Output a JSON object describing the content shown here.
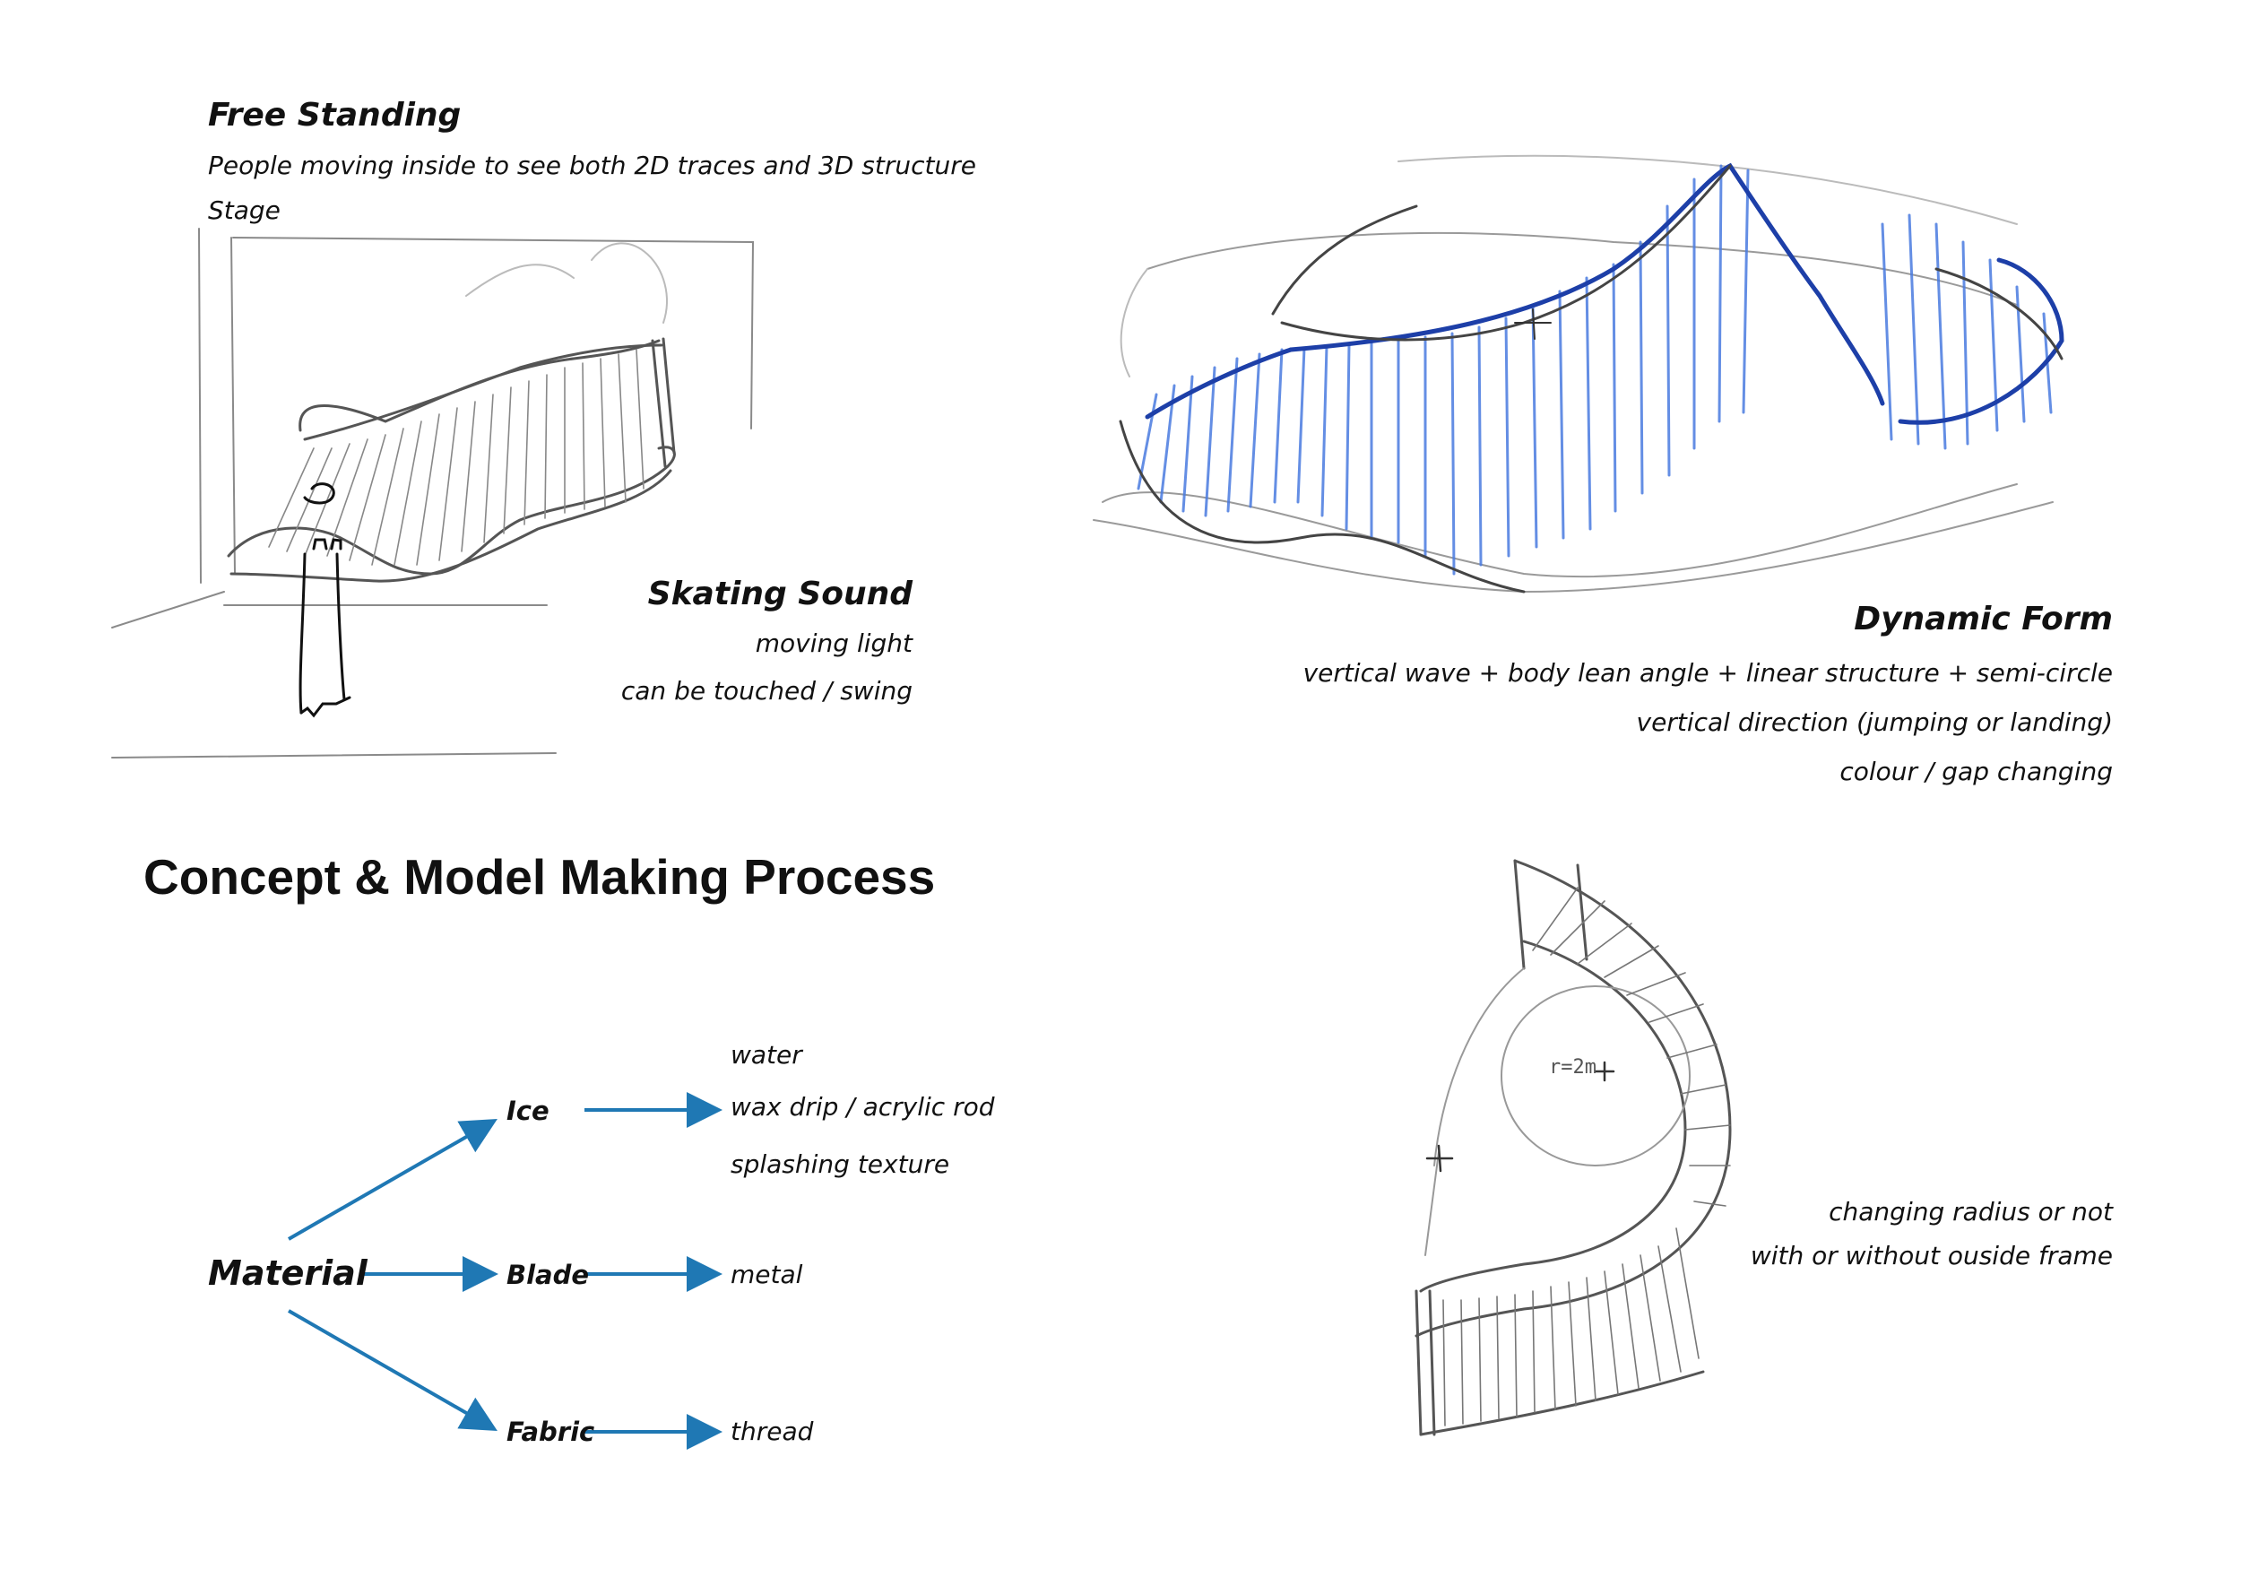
{
  "free_standing": {
    "title": "Free Standing",
    "line1": "People moving inside to see both 2D traces and 3D structure",
    "line2": "Stage"
  },
  "skating_sound": {
    "title": "Skating Sound",
    "line1": "moving light",
    "line2": "can be touched / swing"
  },
  "dynamic_form": {
    "title": "Dynamic Form",
    "line1": "vertical wave + body lean angle + linear structure + semi-circle",
    "line2": "vertical direction (jumping or landing)",
    "line3": "colour / gap changing"
  },
  "page_title": "Concept & Model Making Process",
  "material_diagram": {
    "root": "Material",
    "branches": [
      {
        "label": "Ice",
        "results": [
          "water",
          "wax drip / acrylic rod",
          "splashing texture"
        ]
      },
      {
        "label": "Blade",
        "results": [
          "metal"
        ]
      },
      {
        "label": "Fabric",
        "results": [
          "thread"
        ]
      }
    ],
    "arrow_color": "#1f78b4"
  },
  "radius_note": {
    "line1": "changing radius or not",
    "line2": "with or without ouside frame"
  },
  "sketch_annotation": "r=2m",
  "colors": {
    "sketch_pencil": "#777777",
    "sketch_blue": "#2a5fcf"
  }
}
